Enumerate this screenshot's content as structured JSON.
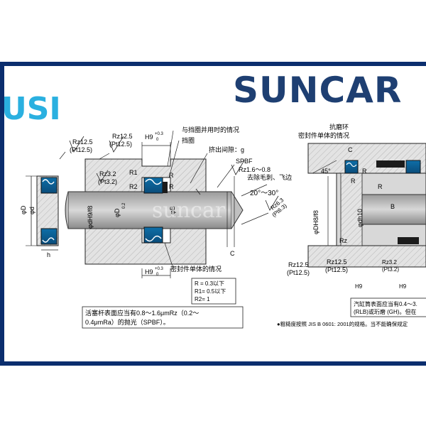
{
  "brand": {
    "name": "SUNCAR",
    "color": "#1e3f72"
  },
  "series": {
    "name": "USI",
    "color": "#2ab0e0"
  },
  "frame": {
    "color": "#0b2e6e"
  },
  "labels": {
    "rz125": "Rz12.5",
    "pt125": "(Pt12.5)",
    "rz125b": "Rz12.5",
    "pt125b": "(Pt12.5)",
    "h9_top": "H9",
    "h9_top_sup": "+0.3",
    "h9_top_sub": "0",
    "with_ring": "与挡圈并用时的情况",
    "backup_ring": "挡圈",
    "extrusion_gap": "挤出间隙：g",
    "spbf": "SPBF",
    "rz16_08": "Rz1.6～0.8",
    "deburr": "去除毛刺、飞边",
    "rz32": "Rz3.2",
    "pt32": "(Pt3.2)",
    "r1": "R1",
    "r2": "R2",
    "r_a": "R",
    "r_b": "R",
    "angle": "20°～30°",
    "rz63": "Rz6.3",
    "pt63": "(Pt6.3)",
    "phi_d": "φD",
    "phi_d_small": "φd",
    "phi_dh9": "φdH9/f8",
    "phi_d02": "φD",
    "phi_d02_sub": "0.2",
    "phi_b": "φB",
    "h_label": "h",
    "c_label": "C",
    "h9_bottom": "H9",
    "h9_bottom_sup": "+0.3",
    "h9_bottom_sub": "0",
    "seal_alone": "密封件单体的情况",
    "r_note_1": "R = 0.3以下",
    "r_note_2": "R1= 0.5以下",
    "r_note_3": "R2= 1",
    "rod_note_1": "活塞杆表面应当有0.8～1.6μmRz（0.2～",
    "rod_note_2": "0.4μmRa）的抛光（SPBF）。",
    "watermark": "suncar"
  },
  "right_labels": {
    "wear_ring": "抗磨环",
    "seal_alone_r": "密封件单体的情况",
    "c": "C",
    "deg45": "45°",
    "r_c": "R",
    "r_d": "R",
    "r_e": "R",
    "phi_dh8": "φDH8/f8",
    "phi_dh10": "φdh10",
    "b": "B",
    "rz_r": "Rz",
    "rz125": "Rz12.5",
    "pt125": "(Pt12.5)",
    "rz125b": "Rz12.5",
    "pt125b": "(Pt12.5)",
    "rz32": "Rz3.2",
    "pt32": "(Pt3.2)",
    "h9a": "H9",
    "h9b": "H9",
    "cyl_note_1": "汽缸筒表面应当有0.4～3.",
    "cyl_note_2": "(RLB)或珩磨 (GH)。但在",
    "jis_note": "●粗糙度按照 JIS B 0601: 2001的规格。当不能确保规定"
  }
}
